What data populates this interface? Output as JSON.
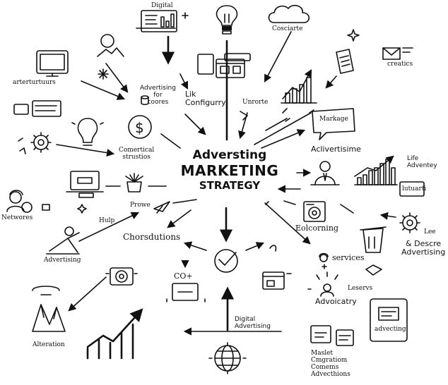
{
  "center": {
    "line1": "Adversting",
    "line2": "MARKETING",
    "line3": "STRATEGY"
  },
  "labels": {
    "digital_top": "Digital",
    "cloud": "Cosciarte",
    "advertising_for_cores": "Advertising\nfor\ncoores",
    "lik_configurry": "Lik\nConfigurry",
    "unrorte": "Unrorte",
    "arterturtuurs": "arterturtuurs",
    "creatics": "creatics",
    "marketing_bubble": "Markage",
    "activertisime": "Aclivertisime",
    "comertical": "Comertical\nstrustios",
    "life_adventey": "Life\nAdventey",
    "lutuarti": "lutuarti",
    "networes": "Networes",
    "hulp": "Hulp",
    "prowe": "Prowe",
    "ecolorning": "Eolcorning",
    "lee": "Lee",
    "describe_advertising": "& Descre\nAdvertising",
    "advertising_left": "Advertising",
    "chorsdutions": "Chorsdutions",
    "co_plus": "CO+",
    "services": "services",
    "leserrs": "Leservs",
    "advoicatry": "Advoicatry",
    "advecting": "advecting",
    "alteration": "Alteration",
    "digital_advertising": "Digital\nAdvertising",
    "maslet": "Maslet\nCmgratiom\nComems\nAdvecthions"
  },
  "icon_names": [
    "document-icon",
    "lightbulb-icon",
    "cloud-icon",
    "sparkle-icon",
    "plant-icon",
    "monitor-icon",
    "browser-windows-icon",
    "envelope-icon",
    "clipboard-icon",
    "growth-chart-icon",
    "chat-bubble-icon",
    "target-icon",
    "coin-icon",
    "gear-icon",
    "network-nodes-icon",
    "laptop-icon",
    "plant-pot-icon",
    "cursor-icon",
    "person-presenter-icon",
    "washing-machine-icon",
    "trash-bin-icon",
    "presenter-icon",
    "eye-icon",
    "checkmark-circle-icon",
    "small-window-icon",
    "support-agent-icon",
    "tablet-icon",
    "mountain-icon",
    "trend-arrow-icon",
    "globe-icon",
    "code-doc-icon"
  ]
}
